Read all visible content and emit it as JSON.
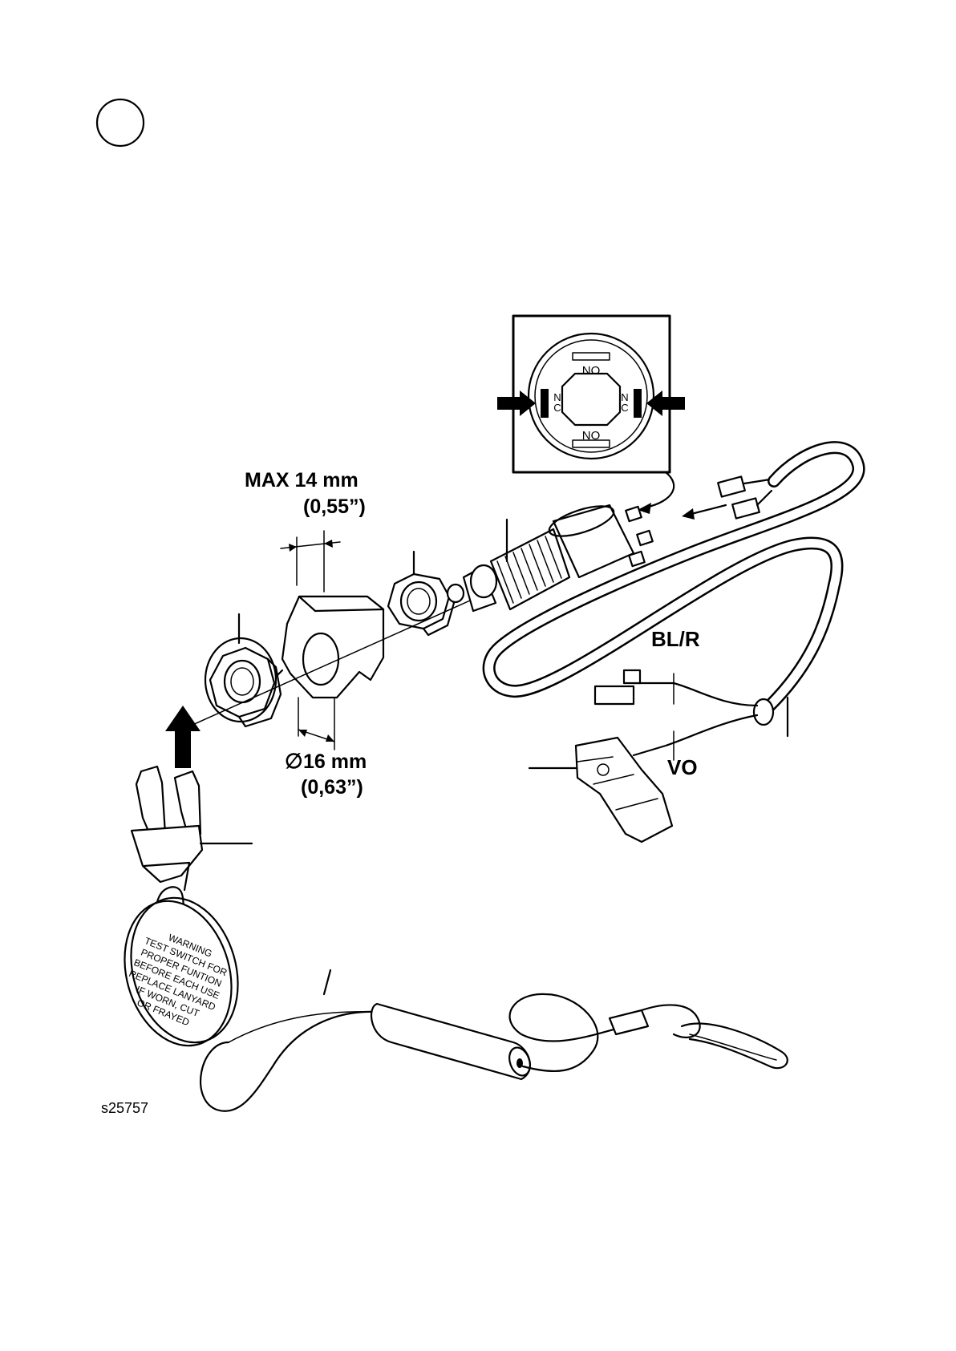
{
  "dimensions": {
    "max_thickness": "MAX 14 mm",
    "max_thickness_inch": "(0,55”)",
    "hole_diameter": "16 mm",
    "hole_diameter_inch": "(0,63”)"
  },
  "connector_detail": {
    "terminal_top": "NO",
    "terminal_bottom": "NO",
    "terminal_left": [
      "N",
      "C"
    ],
    "terminal_right": [
      "N",
      "C"
    ]
  },
  "wire_colors": {
    "wire_a": "BL/R",
    "wire_b": "VO"
  },
  "tag": {
    "lines": [
      "WARNING",
      "TEST SWITCH FOR",
      "PROPER FUNTION",
      "BEFORE EACH USE",
      "REPLACE LANYARD",
      "IF WORN, CUT",
      "OR FRAYED"
    ]
  },
  "figure_id": "s25757",
  "step_marker": ""
}
